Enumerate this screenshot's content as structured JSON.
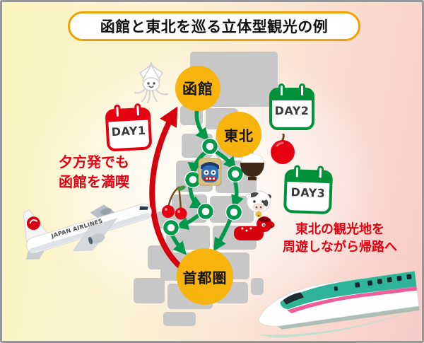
{
  "title": "函館と東北を巡る立体型観光の例",
  "nodes": {
    "hakodate": "函館",
    "tohoku": "東北",
    "capital": "首都圏"
  },
  "days": {
    "day1": "DAY1",
    "day2": "DAY2",
    "day3": "DAY3"
  },
  "captions": {
    "left_line1": "夕方発でも",
    "left_line2": "函館を満喫",
    "right_line1": "東北の観光地を",
    "right_line2": "周遊しながら帰路へ"
  },
  "plane": {
    "airline": "JAPAN AIRLINES"
  },
  "icon_names": [
    "squid-icon",
    "apple-icon",
    "cherry-icon",
    "rice-bowl-icon",
    "oni-mask-icon",
    "cow-icon",
    "akabeko-icon",
    "jal-airplane-illustration",
    "shinkansen-illustration",
    "day-calendar-icon",
    "route-stop-marker"
  ],
  "colors": {
    "node_yellow": "#f6b40c",
    "accent_red": "#e60012",
    "route_red": "#d7000f",
    "route_green": "#00994b",
    "calendar_green": "#00913a",
    "map_gray": "#c7c7c7",
    "bg_left": "#faf5bd",
    "bg_right": "#f7cbc7",
    "train_green": "#30b498",
    "train_pink": "#ed5e9b",
    "title_border": "#f0a202"
  }
}
